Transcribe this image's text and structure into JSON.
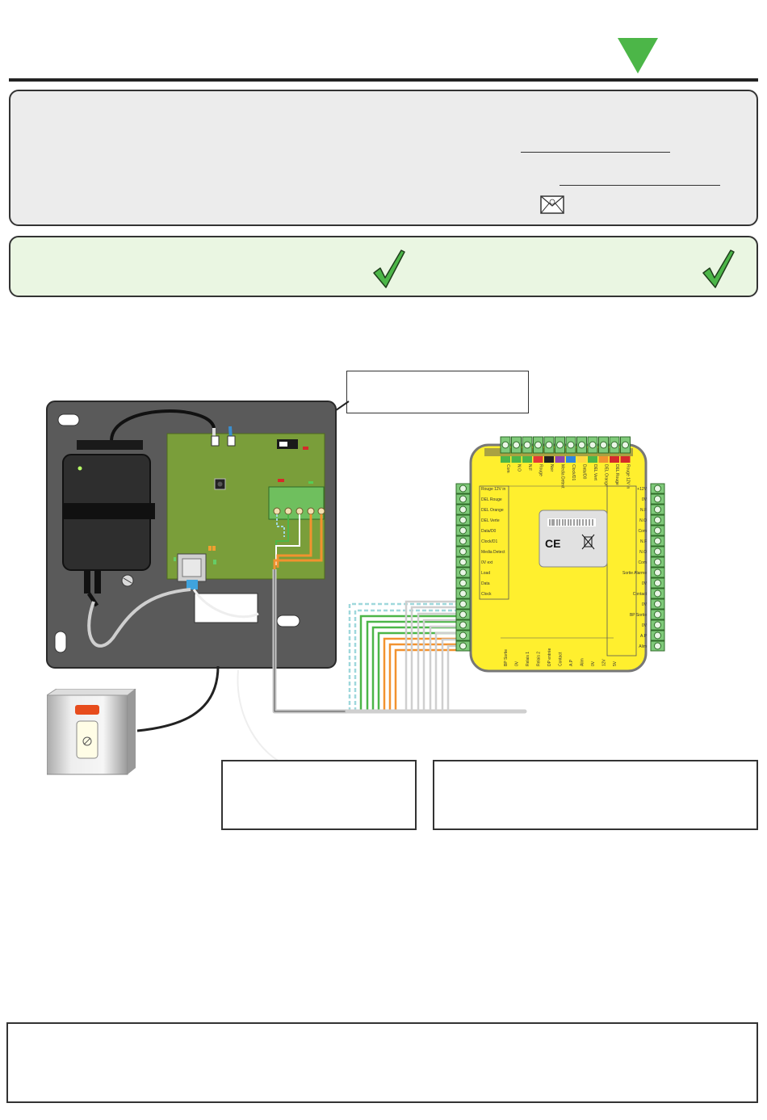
{
  "header": {
    "marker_color": "#4cb648"
  },
  "rule_color": "#222222",
  "info_panel": {
    "icons": [
      "envelope-icon"
    ]
  },
  "check_panel": {
    "background": "#eaf6e2",
    "icons": [
      "checkmark-icon",
      "checkmark-icon"
    ]
  },
  "diagram": {
    "controller_left_labels": [
      "Rouge 12V in",
      "DEL Rouge",
      "DEL Orange",
      "DEL Verte",
      "Data/D0",
      "Clock/D1",
      "Media Detect",
      "0V ext",
      "Load",
      "Data",
      "Clock"
    ],
    "controller_right_labels": [
      "+12V",
      "0V",
      "N.F",
      "N.O",
      "Com",
      "N.F",
      "N.O",
      "Com",
      "Sortie Alarme",
      "0V",
      "Contact",
      "0V",
      "BP Sortie",
      "0V",
      "A.P",
      "Alim"
    ],
    "controller_top_labels": [
      "Com",
      "N.O",
      "N.F",
      "Rouge",
      "Noir",
      "Media Detect",
      "Clock/D1",
      "Data/D0",
      "DEL Vert",
      "DEL Orange",
      "DEL Rouge",
      "Rouge 12V in"
    ],
    "controller_bottom_labels": [
      "BP Sortie",
      "0V",
      "Relais 1",
      "Relais 2",
      "DP entrée",
      "Contact",
      "A.P",
      "Alim",
      "0V",
      "12V",
      "5V"
    ],
    "ce_mark": "CE",
    "colors": {
      "controller_body": "#ffef2e",
      "terminal_green": "#7fc97a",
      "wire_orange": "#f2922f",
      "wire_green": "#4cb648",
      "wire_grey": "#c8c8c8",
      "wire_cyan": "#9fd8dc",
      "housing": "#5a5a5a",
      "pcb": "#7a9e3a"
    }
  },
  "footer_panel": {}
}
